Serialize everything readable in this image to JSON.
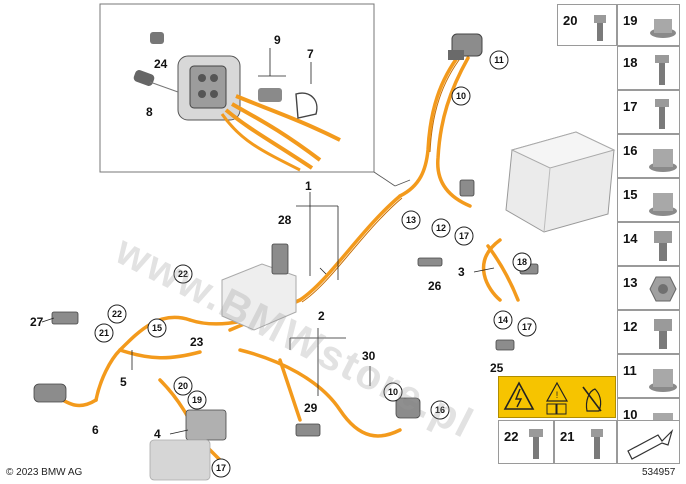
{
  "diagram": {
    "callouts": [
      "1",
      "2",
      "3",
      "4",
      "5",
      "6",
      "7",
      "8",
      "9",
      "10",
      "11",
      "12",
      "13",
      "14",
      "15",
      "16",
      "17",
      "18",
      "19",
      "20",
      "21",
      "22",
      "23",
      "24",
      "25",
      "26",
      "27",
      "28",
      "29",
      "30"
    ],
    "circled_refs": [
      "10",
      "11",
      "12",
      "13",
      "14",
      "15",
      "16",
      "17",
      "18",
      "19",
      "20",
      "21",
      "22"
    ],
    "colors": {
      "cable": "#f39a1c",
      "cable_dark": "#c86e00",
      "part_gray": "#8c8c8c",
      "warning_bg": "#f6c400",
      "line": "#222222"
    }
  },
  "parts_panel": {
    "cells": [
      {
        "num": "20",
        "icon": "bolt-icon"
      },
      {
        "num": "19",
        "icon": "flange-nut-icon"
      },
      {
        "num": "18",
        "icon": "bolt-icon"
      },
      {
        "num": "17",
        "icon": "bolt-icon"
      },
      {
        "num": "16",
        "icon": "flange-nut-icon"
      },
      {
        "num": "15",
        "icon": "flange-nut-icon"
      },
      {
        "num": "14",
        "icon": "hex-bolt-icon"
      },
      {
        "num": "13",
        "icon": "hex-nut-icon"
      },
      {
        "num": "12",
        "icon": "hex-bolt-icon"
      },
      {
        "num": "11",
        "icon": "flange-nut-icon"
      },
      {
        "num": "10",
        "icon": "flange-nut-icon"
      },
      {
        "num": "22",
        "icon": "bolt-icon"
      },
      {
        "num": "21",
        "icon": "bolt-icon"
      }
    ],
    "warning_icon": "high-voltage-warning-icon"
  },
  "footer": {
    "copyright": "© 2023 BMW AG",
    "diagram_id": "534957"
  },
  "watermark": "www.BMWstore.pl"
}
